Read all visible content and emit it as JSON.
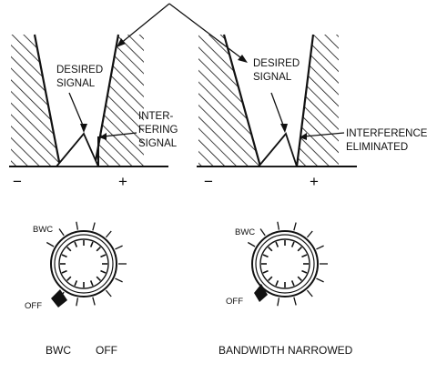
{
  "left_panel": {
    "desired_signal": [
      "DESIRED",
      "SIGNAL"
    ],
    "interfering_signal": [
      "INTER-",
      "FERING",
      "SIGNAL"
    ],
    "minus": "−",
    "plus": "+"
  },
  "right_panel": {
    "desired_signal": [
      "DESIRED",
      "SIGNAL"
    ],
    "interference_eliminated": [
      "INTERFERENCE",
      "ELIMINATED"
    ],
    "minus": "−",
    "plus": "+"
  },
  "left_knob": {
    "bwc_label": "BWC",
    "off_label": "OFF",
    "caption_bwc": "BWC",
    "caption_off": "OFF"
  },
  "right_knob": {
    "bwc_label": "BWC",
    "off_label": "OFF",
    "caption": "BANDWIDTH NARROWED"
  }
}
